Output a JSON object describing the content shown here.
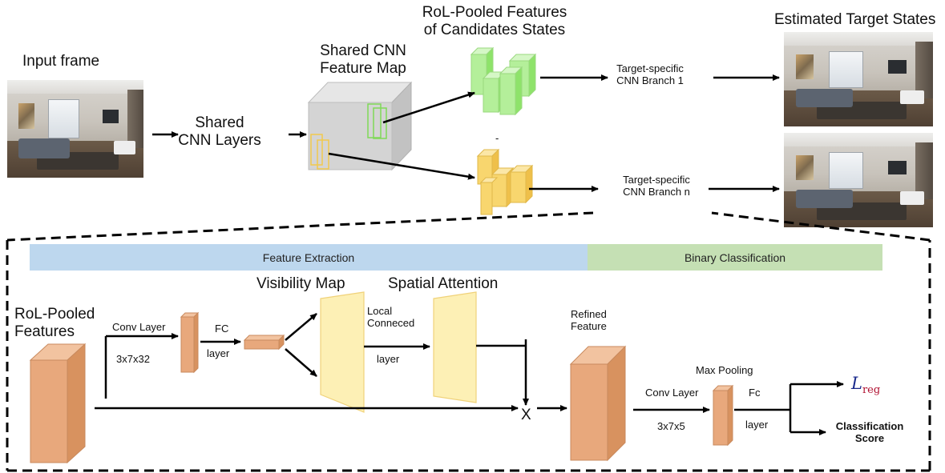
{
  "top": {
    "input_frame": "Input frame",
    "shared_cnn_layers": [
      "Shared",
      "CNN Layers"
    ],
    "shared_feature_map": [
      "Shared CNN",
      "Feature  Map"
    ],
    "rol_pooled_candidates": [
      "RoL-Pooled  Features",
      "of Candidates States"
    ],
    "branch_1": [
      "Target-specific",
      "CNN Branch 1"
    ],
    "branch_n": [
      "Target-specific",
      "CNN Branch n"
    ],
    "estimated_target_states": "Estimated Target States",
    "dot": "-"
  },
  "bands": {
    "feature_extraction": "Feature Extraction",
    "binary_classification": "Binary Classification",
    "feature_extraction_color": "#bdd7ee",
    "binary_classification_color": "#c5e0b4"
  },
  "detail": {
    "rol_pooled_features": [
      "RoL-Pooled",
      "Features"
    ],
    "conv_layer_1": "Conv Layer",
    "conv_dims_1": "3x7x32",
    "fc_1": "FC",
    "fc_layer_1": "layer",
    "visibility_map": "Visibility Map",
    "local_connected": [
      "Local",
      "Conneced"
    ],
    "local_layer": "layer",
    "spatial_attention": "Spatial Attention",
    "multiply": "X",
    "refined_feature": [
      "Refined",
      "Feature"
    ],
    "conv_layer_2": "Conv Layer",
    "conv_dims_2": "3x7x5",
    "max_pooling": "Max Pooling",
    "fc_2": "Fc",
    "fc_layer_2": "layer",
    "l_reg_main": "L",
    "l_reg_sub": "reg",
    "classification_score": [
      "Classification",
      "Score"
    ]
  },
  "colors": {
    "block_orange": "#e8a87c",
    "map_yellow": "#fdf0b5",
    "green_cube": "#b4ef9a",
    "yellow_cube": "#f8d66e",
    "gray_cube": "#d4d4d4",
    "l_reg": "#1a2a8c"
  }
}
